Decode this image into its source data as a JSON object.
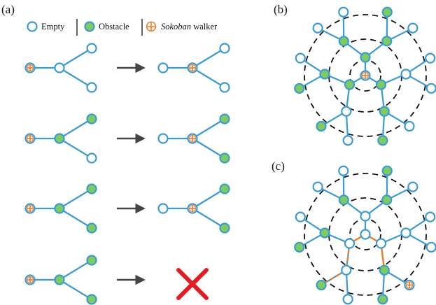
{
  "panels": {
    "a": "(a)",
    "b": "(b)",
    "c": "(c)"
  },
  "legend": {
    "empty": "Empty",
    "obstacle": "Obstacle",
    "walker_italic": "Sokoban",
    "walker_rest": " walker"
  },
  "colors": {
    "edge": "#3a9bd5",
    "node_border": "#3a9bd5",
    "obstacle_fill": "#7ccc5e",
    "walker": "#f07f2a",
    "arrow": "#444444",
    "cross": "#e31b23",
    "dashed_circle": "#111111"
  },
  "rules": [
    {
      "before": {
        "walker": "walker",
        "center": "empty",
        "top": "empty",
        "bottom": "empty"
      },
      "after": {
        "left": "empty",
        "walker": "walker",
        "top": "empty",
        "bottom": "empty"
      }
    },
    {
      "before": {
        "walker": "walker",
        "center": "obstacle",
        "top": "obstacle",
        "bottom": "empty"
      },
      "after": {
        "left": "empty",
        "walker": "walker",
        "top": "obstacle",
        "bottom": "obstacle"
      }
    },
    {
      "before": {
        "walker": "walker",
        "center": "obstacle",
        "top": "obstacle",
        "bottom": "obstacle"
      },
      "after": {
        "left": "empty",
        "walker": "walker",
        "top": "obstacle",
        "bottom": "obstacle"
      }
    },
    {
      "before": {
        "walker": "walker",
        "center": "obstacle",
        "top": "obstacle",
        "bottom": "obstacle"
      },
      "after": "forbidden"
    }
  ]
}
